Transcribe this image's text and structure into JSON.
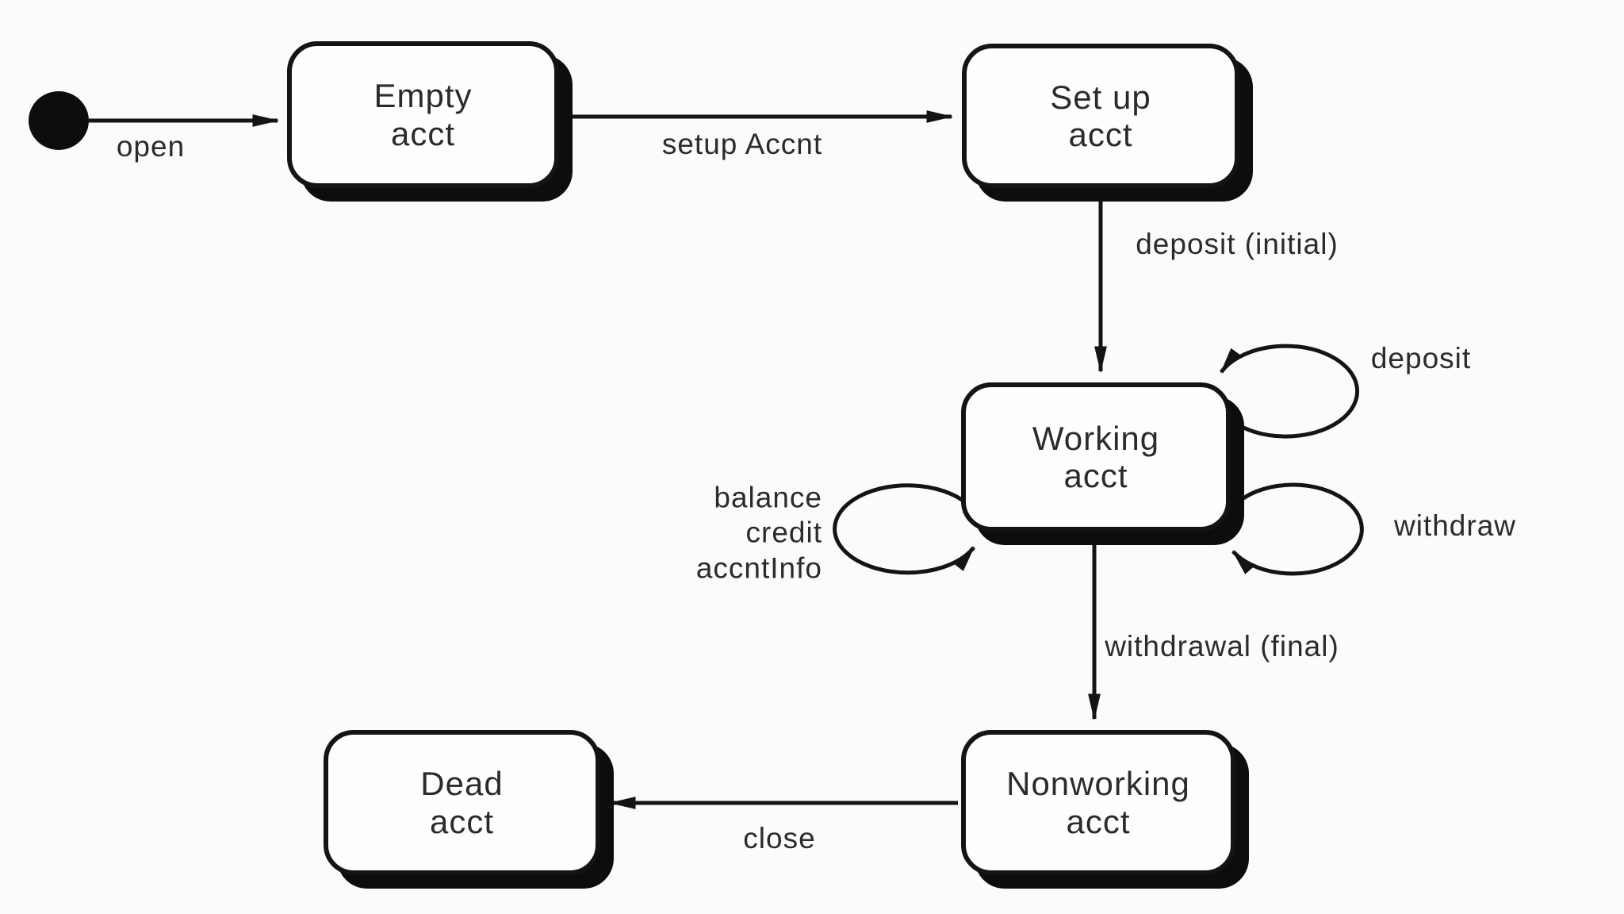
{
  "diagram": {
    "kind": "uml-state-diagram",
    "colors": {
      "background": "#fbfbfb",
      "ink": "#141414",
      "state_fill": "#fefefe",
      "text": "#2b2b2b"
    },
    "initial": {
      "marker": "filled-circle"
    },
    "states": [
      {
        "id": "empty-acct",
        "line1": "Empty",
        "line2": "acct"
      },
      {
        "id": "set-up-acct",
        "line1": "Set up",
        "line2": "acct"
      },
      {
        "id": "working-acct",
        "line1": "Working",
        "line2": "acct"
      },
      {
        "id": "nonworking-acct",
        "line1": "Nonworking",
        "line2": "acct"
      },
      {
        "id": "dead-acct",
        "line1": "Dead",
        "line2": "acct"
      }
    ],
    "transitions": [
      {
        "id": "open",
        "label": "open",
        "from": "initial",
        "to": "empty-acct"
      },
      {
        "id": "setup-accnt",
        "label": "setup Accnt",
        "from": "empty-acct",
        "to": "set-up-acct"
      },
      {
        "id": "deposit-initial",
        "label": "deposit (initial)",
        "from": "set-up-acct",
        "to": "working-acct"
      },
      {
        "id": "deposit-self",
        "label": "deposit",
        "from": "working-acct",
        "to": "working-acct"
      },
      {
        "id": "withdraw-self",
        "label": "withdraw",
        "from": "working-acct",
        "to": "working-acct"
      },
      {
        "id": "inquiry-self",
        "labels": [
          "balance",
          "credit",
          "accntInfo"
        ],
        "from": "working-acct",
        "to": "working-acct"
      },
      {
        "id": "withdrawal-final",
        "label": "withdrawal (final)",
        "from": "working-acct",
        "to": "nonworking-acct"
      },
      {
        "id": "close",
        "label": "close",
        "from": "nonworking-acct",
        "to": "dead-acct"
      }
    ]
  }
}
